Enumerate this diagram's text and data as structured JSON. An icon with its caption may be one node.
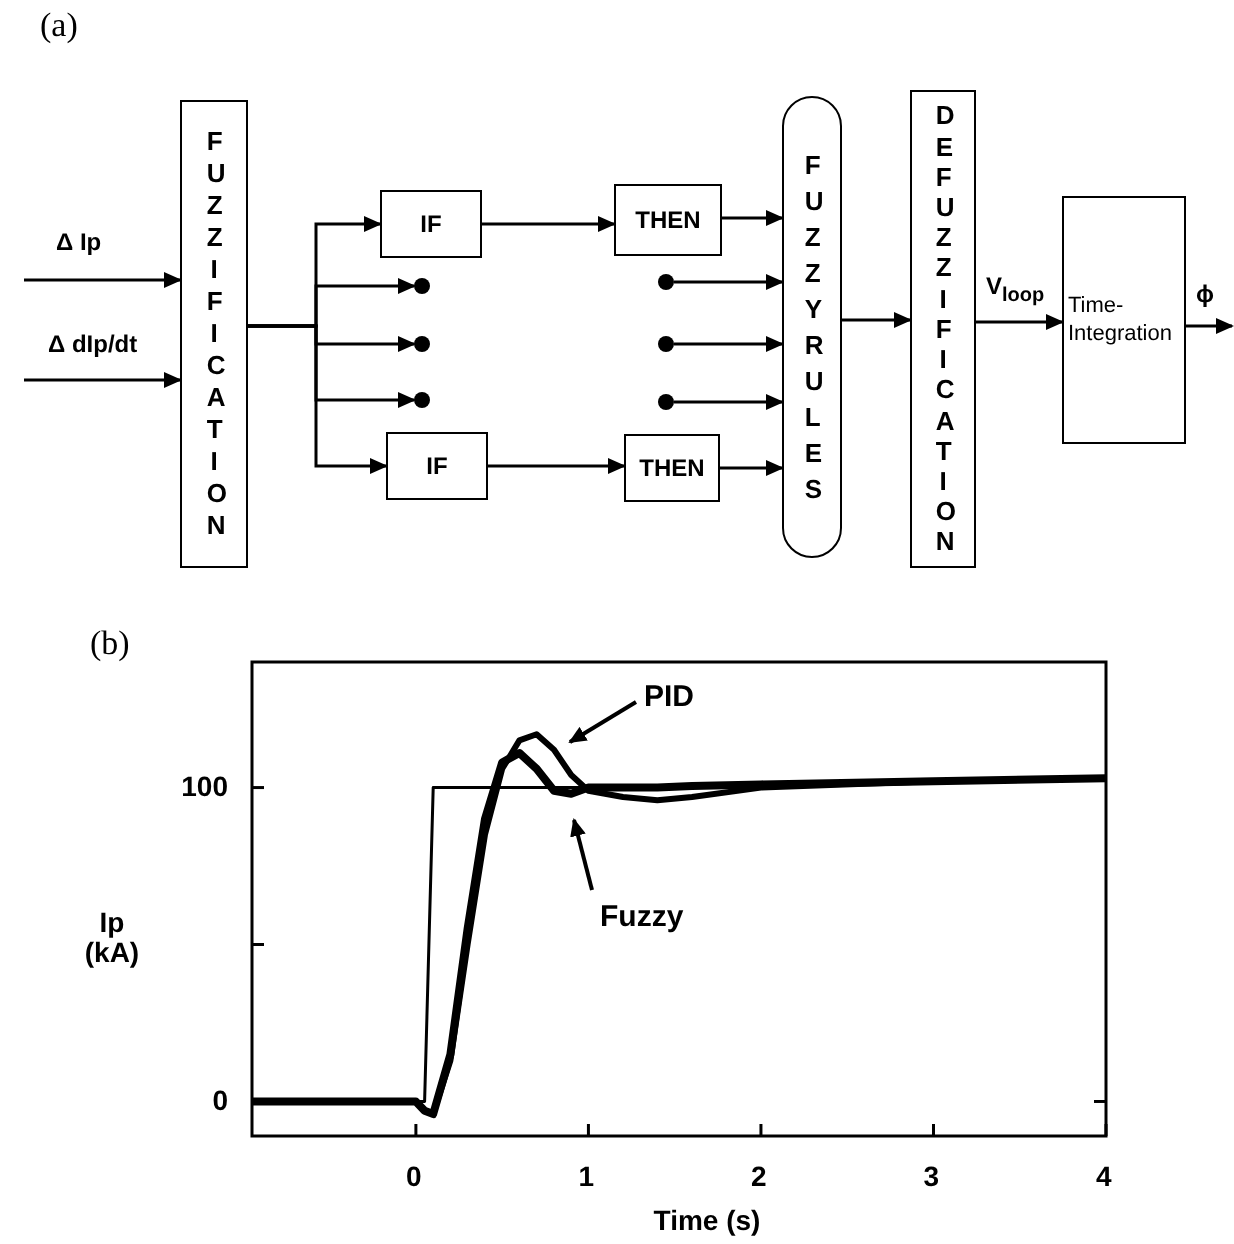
{
  "diagram": {
    "nodes": [
      {
        "text": [
          "FUZZIFICATION"
        ]
      },
      {
        "text": [
          "IF"
        ]
      },
      {
        "text": [],
        "shape": "circle"
      },
      {
        "text": [],
        "shape": "circle"
      },
      {
        "text": [],
        "shape": "circle"
      },
      {
        "text": [
          "IF"
        ]
      },
      {
        "text": [
          "THEN"
        ]
      },
      {
        "text": [],
        "shape": "circle"
      },
      {
        "text": [],
        "shape": "circle"
      },
      {
        "text": [],
        "shape": "circle"
      },
      {
        "text": [
          "THEN"
        ]
      },
      {
        "text": [
          "FUZZY RULES"
        ]
      },
      {
        "text": [
          "DEFUZZIFICATION"
        ]
      },
      {
        "text": [
          "Time-Integration"
        ]
      }
    ],
    "edges": [
      {
        "from": null,
        "to": 0,
        "arrow": "to",
        "label": "Δ Ip"
      },
      {
        "from": null,
        "to": 0,
        "arrow": "to",
        "label": "Δ dIp/dt"
      },
      {
        "from": 0,
        "to": 1,
        "arrow": "to"
      },
      {
        "from": 0,
        "to": 2,
        "arrow": "to"
      },
      {
        "from": 0,
        "to": 3,
        "arrow": "to"
      },
      {
        "from": 0,
        "to": 4,
        "arrow": "to"
      },
      {
        "from": 0,
        "to": 5,
        "arrow": "to"
      },
      {
        "from": 1,
        "to": 6,
        "arrow": "to"
      },
      {
        "from": 5,
        "to": 10,
        "arrow": "to"
      },
      {
        "from": 6,
        "to": 11,
        "arrow": "to"
      },
      {
        "from": 7,
        "to": 11,
        "arrow": "to"
      },
      {
        "from": 8,
        "to": 11,
        "arrow": "to"
      },
      {
        "from": 9,
        "to": 11,
        "arrow": "to"
      },
      {
        "from": 10,
        "to": 11,
        "arrow": "to"
      },
      {
        "from": 11,
        "to": 12,
        "arrow": "to"
      },
      {
        "from": 12,
        "to": 13,
        "arrow": "to",
        "label": "V$_{loop}$"
      },
      {
        "from": 13,
        "to": null,
        "arrow": "to",
        "label": "ϕ"
      }
    ],
    "labels": [
      "(a)",
      "(b)"
    ],
    "chart_data": {
      "type": "line",
      "xlabel": "Time (s)",
      "ylabel": "Ip (kA)",
      "x": [
        -0.95,
        0,
        0.05,
        0.1,
        0.2,
        0.3,
        0.4,
        0.5,
        0.6,
        0.7,
        0.8,
        0.9,
        1.0,
        1.2,
        1.4,
        1.6,
        2,
        3,
        4
      ],
      "series": [
        {
          "color": "#000000",
          "values": [
            0,
            0,
            0,
            100,
            100,
            100,
            100,
            100,
            100,
            100,
            100,
            100,
            100,
            100,
            100.5,
            101,
            101,
            102,
            103
          ]
        },
        {
          "name": "PID",
          "color": "#000000",
          "values": [
            0,
            0,
            -3,
            -4,
            13,
            50,
            85,
            106,
            115,
            117,
            112,
            104,
            99,
            97,
            96,
            97,
            100,
            102,
            103
          ]
        },
        {
          "name": "Fuzzy",
          "color": "#000000",
          "values": [
            0,
            0,
            -3,
            -4,
            15,
            55,
            90,
            108,
            111,
            106,
            99,
            98,
            100,
            100,
            100,
            100.5,
            101,
            102,
            103
          ]
        }
      ],
      "xlim": [
        -0.95,
        4
      ],
      "ylim": [
        -11,
        140
      ],
      "xticks": [
        0,
        1,
        2,
        3,
        4
      ],
      "yticks": [
        0,
        100
      ]
    }
  }
}
